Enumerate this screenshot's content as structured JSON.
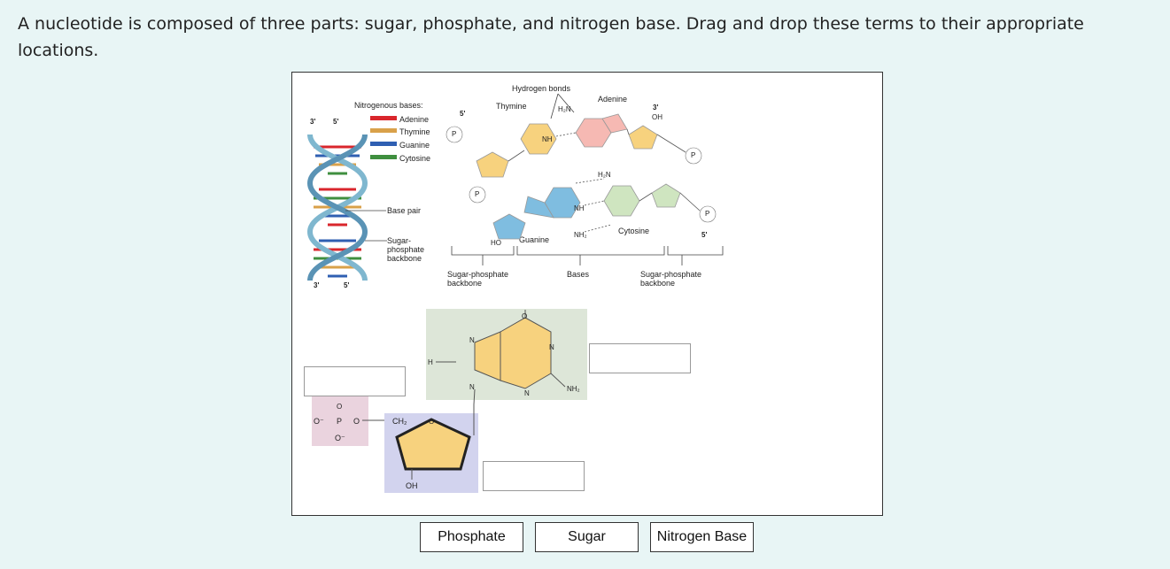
{
  "instructions": "A nucleotide is composed of three parts: sugar, phosphate, and nitrogen base. Drag and drop these terms to their appropriate locations.",
  "figure": {
    "hydrogen_bonds": "Hydrogen bonds",
    "nitrogenous_bases": "Nitrogenous bases:",
    "legend": [
      {
        "label": "Adenine",
        "color": "#d9262c"
      },
      {
        "label": "Thymine",
        "color": "#d9a14a"
      },
      {
        "label": "Guanine",
        "color": "#2f5fb2"
      },
      {
        "label": "Cytosine",
        "color": "#3f8f3f"
      }
    ],
    "base_pair": "Base pair",
    "sugar_phosphate_backbone_side": [
      "Sugar-",
      "phosphate",
      "backbone"
    ],
    "thymine": "Thymine",
    "adenine": "Adenine",
    "guanine": "Guanine",
    "cytosine": "Cytosine",
    "bottom_left_label": [
      "Sugar-phosphate",
      "backbone"
    ],
    "bottom_mid_label": "Bases",
    "bottom_right_label": [
      "Sugar-phosphate",
      "backbone"
    ],
    "end_3": "3'",
    "end_5": "5'",
    "oh": "OH",
    "ho": "HO",
    "h2n": "H₂N",
    "nh": "NH",
    "nh2": "NH₂",
    "ch2": "CH₂",
    "o_minus": "O⁻",
    "p": "P",
    "o": "O",
    "n": "N",
    "h": "H"
  },
  "terms": {
    "phosphate": "Phosphate",
    "sugar": "Sugar",
    "nitrogen_base": "Nitrogen Base"
  },
  "colors": {
    "phosphate_box": "#ead3de",
    "sugar_box": "#d2d3ee",
    "base_box": "#dde6d8",
    "sugar_fill": "#f7d27e",
    "base_fill": "#f7d27e"
  }
}
